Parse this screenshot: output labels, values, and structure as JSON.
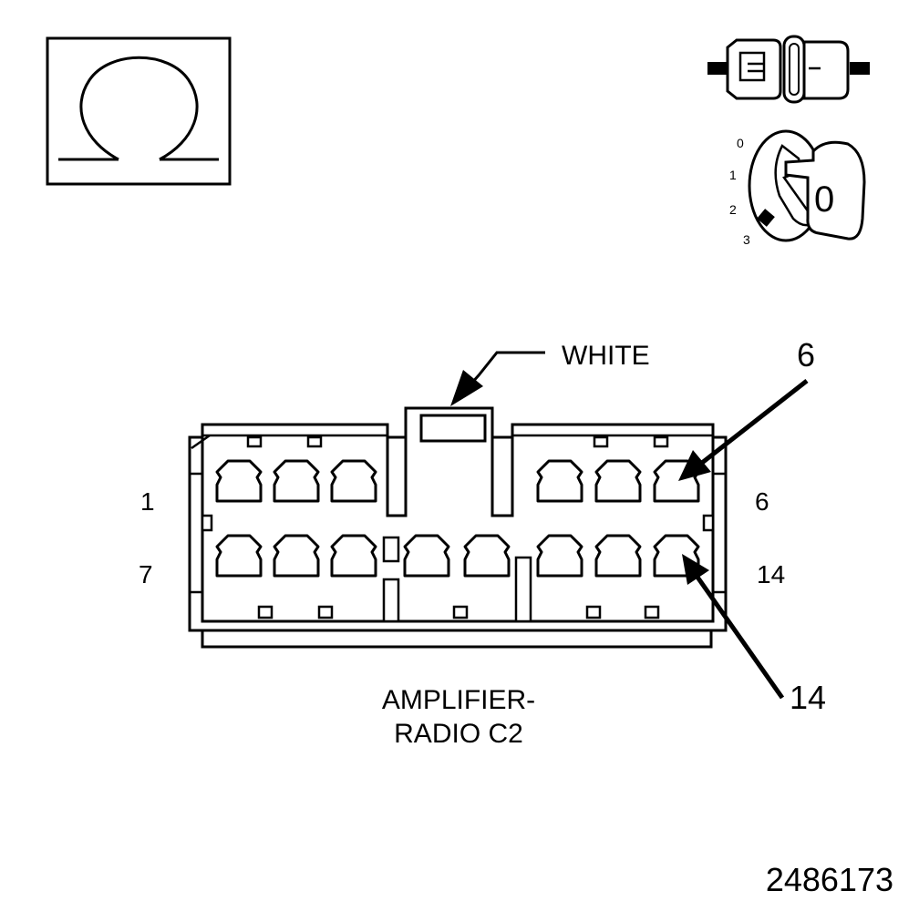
{
  "ohmmeter_symbol": {
    "icon": "omega-icon"
  },
  "connector_icon": {
    "icon": "disconnected-connector-icon"
  },
  "ignition_switch": {
    "icon": "ignition-key-icon",
    "positions": [
      "3",
      "2",
      "1",
      "0"
    ],
    "key_label": "0"
  },
  "connector": {
    "color_label": "WHITE",
    "name_line1": "AMPLIFIER-",
    "name_line2": "RADIO C2",
    "callout_top": "6",
    "callout_bottom": "14",
    "row1_left": "1",
    "row1_right": "6",
    "row2_left": "7",
    "row2_right": "14"
  },
  "figure_number": "2486173",
  "colors": {
    "line": "#000000",
    "background": "#ffffff"
  }
}
